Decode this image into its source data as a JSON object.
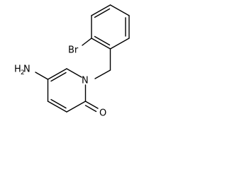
{
  "molecule": {
    "atoms": {
      "br": "Br",
      "amine_n": "N",
      "amine_h2": "H",
      "ring_n": "N",
      "carbonyl_o": "O"
    }
  }
}
